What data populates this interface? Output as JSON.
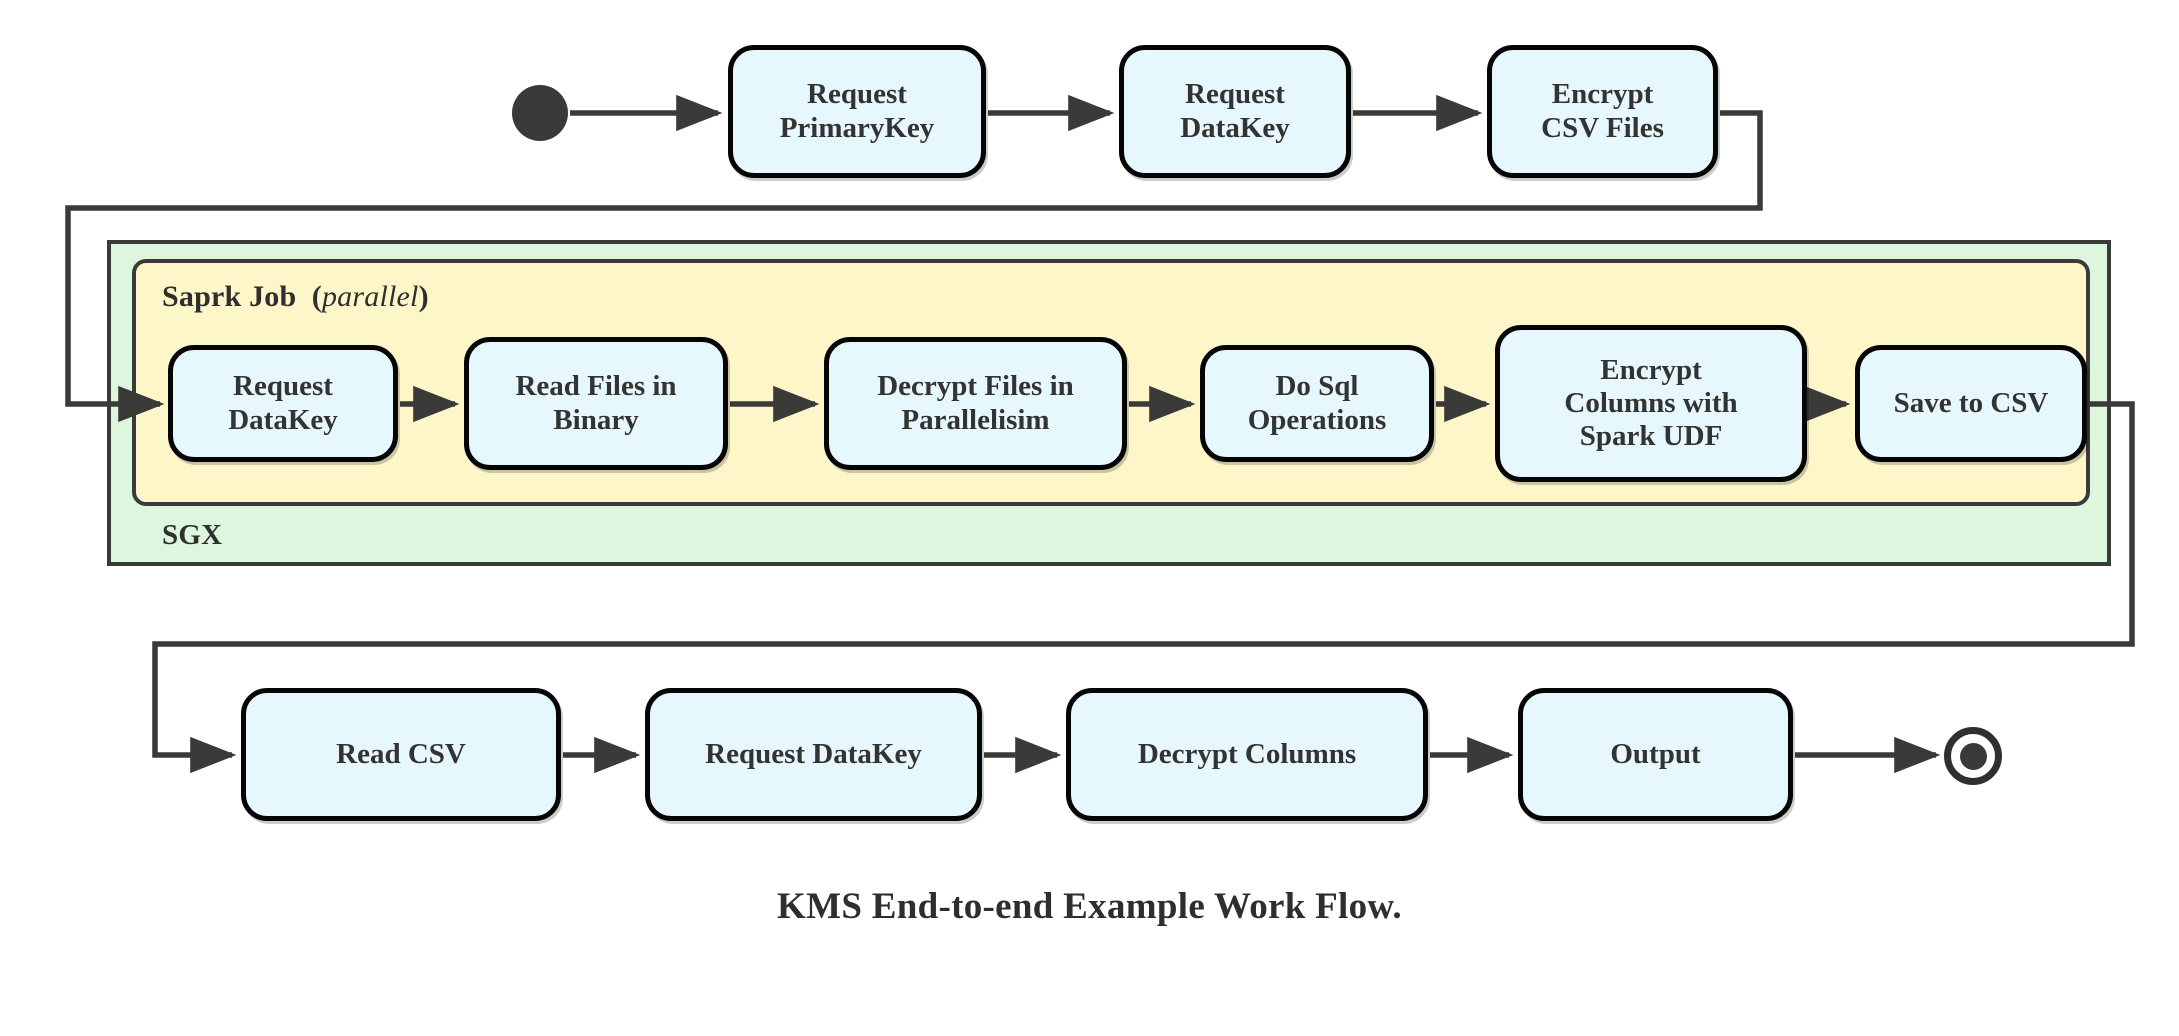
{
  "diagram": {
    "caption": "KMS End-to-end Example Work Flow.",
    "colors": {
      "node_fill": "#e6f7fd",
      "node_border": "#050505",
      "sgx_fill": "#ddf7df",
      "spark_fill": "#fdf6c9",
      "container_border": "#3a3a38",
      "wire": "#3a3a38",
      "text": "#333331"
    },
    "containers": [
      {
        "id": "sgx",
        "label": "SGX",
        "label_position": "bottom-left"
      },
      {
        "id": "spark-job",
        "label_bold": "Saprk Job",
        "label_paren_open": "(",
        "label_italic": "parallel",
        "label_paren_close": ")",
        "label_position": "top-left"
      }
    ],
    "rows": {
      "top": {
        "start_marker": "filled-circle-start",
        "nodes": [
          {
            "id": "request-primarykey",
            "lines": [
              "Request",
              "PrimaryKey"
            ]
          },
          {
            "id": "request-datakey-top",
            "lines": [
              "Request",
              "DataKey"
            ]
          },
          {
            "id": "encrypt-csv",
            "lines": [
              "Encrypt",
              "CSV Files"
            ]
          }
        ]
      },
      "spark": {
        "nodes": [
          {
            "id": "request-datakey-spark",
            "lines": [
              "Request",
              "DataKey"
            ]
          },
          {
            "id": "read-files-binary",
            "lines": [
              "Read Files in",
              "Binary"
            ]
          },
          {
            "id": "decrypt-files",
            "lines": [
              "Decrypt Files in",
              "Parallelisim"
            ]
          },
          {
            "id": "do-sql-operations",
            "lines": [
              "Do Sql",
              "Operations"
            ]
          },
          {
            "id": "encrypt-columns",
            "lines": [
              "Encrypt",
              "Columns with",
              "Spark UDF"
            ]
          },
          {
            "id": "save-to-csv",
            "lines": [
              "Save to CSV"
            ]
          }
        ]
      },
      "bottom": {
        "end_marker": "bullseye-end",
        "nodes": [
          {
            "id": "read-csv",
            "lines": [
              "Read CSV"
            ]
          },
          {
            "id": "request-datakey-bottom",
            "lines": [
              "Request DataKey"
            ]
          },
          {
            "id": "decrypt-columns",
            "lines": [
              "Decrypt Columns"
            ]
          },
          {
            "id": "output",
            "lines": [
              "Output"
            ]
          }
        ]
      }
    },
    "edges": [
      {
        "from": "start",
        "to": "request-primarykey",
        "kind": "arrow"
      },
      {
        "from": "request-primarykey",
        "to": "request-datakey-top",
        "kind": "arrow"
      },
      {
        "from": "request-datakey-top",
        "to": "encrypt-csv",
        "kind": "arrow"
      },
      {
        "from": "encrypt-csv",
        "to": "request-datakey-spark",
        "kind": "routed-arrow"
      },
      {
        "from": "request-datakey-spark",
        "to": "read-files-binary",
        "kind": "arrow"
      },
      {
        "from": "read-files-binary",
        "to": "decrypt-files",
        "kind": "arrow"
      },
      {
        "from": "decrypt-files",
        "to": "do-sql-operations",
        "kind": "arrow"
      },
      {
        "from": "do-sql-operations",
        "to": "encrypt-columns",
        "kind": "arrow"
      },
      {
        "from": "encrypt-columns",
        "to": "save-to-csv",
        "kind": "arrow"
      },
      {
        "from": "save-to-csv",
        "to": "read-csv",
        "kind": "routed-arrow"
      },
      {
        "from": "read-csv",
        "to": "request-datakey-bottom",
        "kind": "arrow"
      },
      {
        "from": "request-datakey-bottom",
        "to": "decrypt-columns",
        "kind": "arrow"
      },
      {
        "from": "decrypt-columns",
        "to": "output",
        "kind": "arrow"
      },
      {
        "from": "output",
        "to": "end",
        "kind": "arrow"
      }
    ]
  }
}
